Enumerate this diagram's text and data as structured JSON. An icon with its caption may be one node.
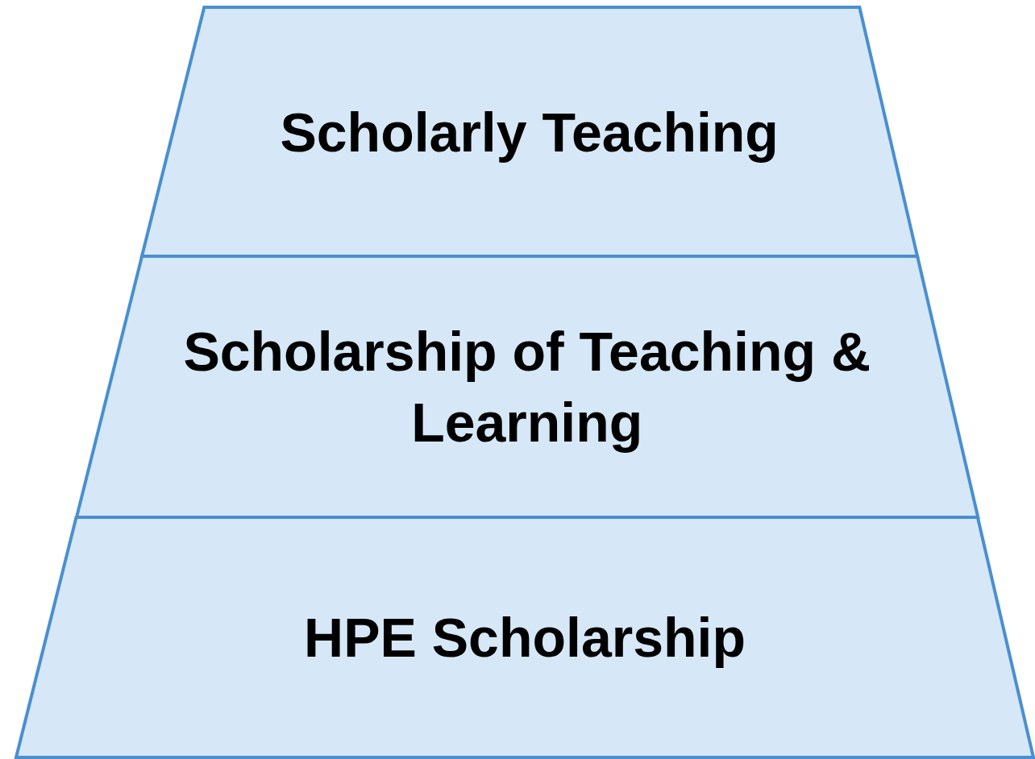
{
  "diagram": {
    "nodes": [
      {
        "text": [
          "Scholarly Teaching"
        ]
      },
      {
        "text": [
          "Scholarship of Teaching & Learning"
        ]
      },
      {
        "text": [
          "HPE Scholarship"
        ]
      }
    ]
  }
}
